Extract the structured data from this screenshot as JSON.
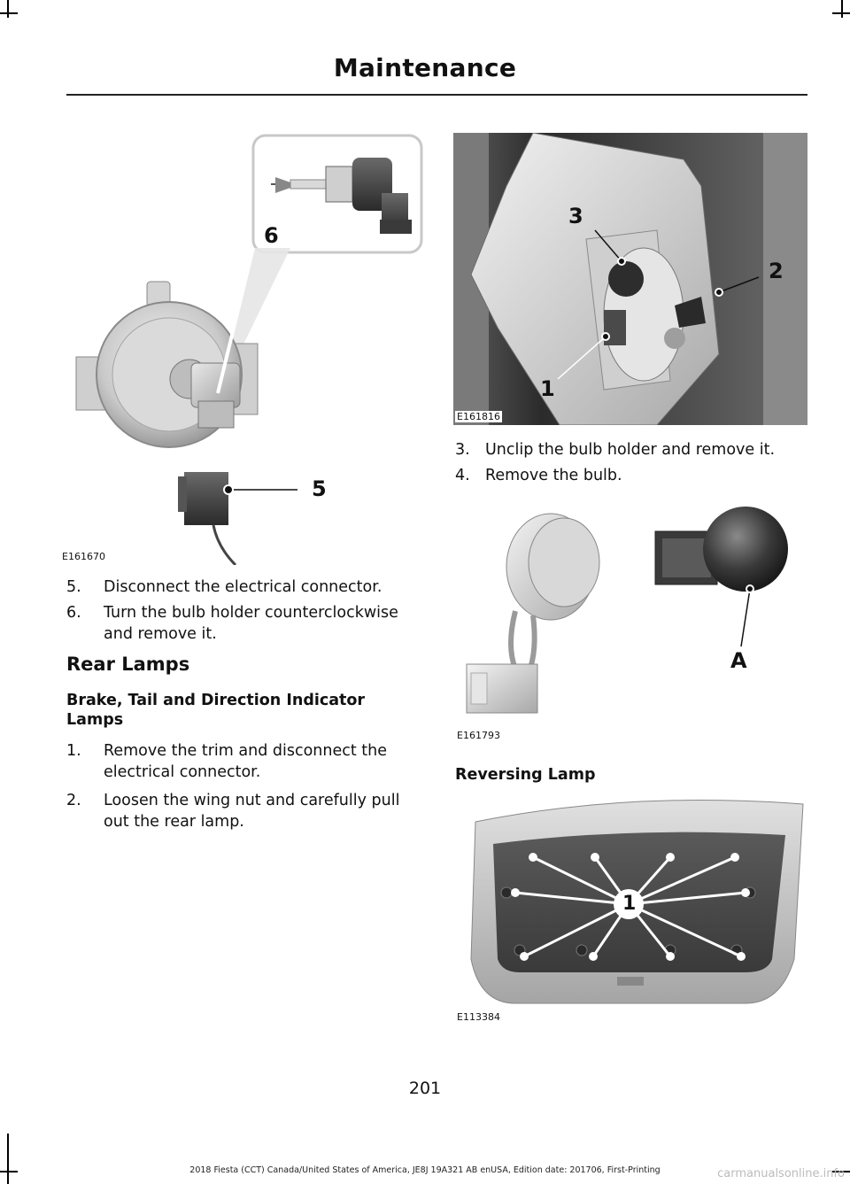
{
  "header": {
    "title": "Maintenance"
  },
  "figures": {
    "fog_lamp": {
      "code": "E161670",
      "callouts": [
        "6",
        "5"
      ]
    },
    "rear_lamp_holder": {
      "code": "E161816",
      "callouts": [
        "3",
        "2",
        "1"
      ]
    },
    "bulb": {
      "code": "E161793",
      "callouts": [
        "A"
      ]
    },
    "tailgate": {
      "code": "E113384",
      "callouts": [
        "1"
      ]
    }
  },
  "left_steps": [
    {
      "num": "5.",
      "lines": [
        "Disconnect the electrical connector."
      ]
    },
    {
      "num": "6.",
      "lines": [
        "Turn the bulb holder counterclockwise",
        "and remove it."
      ]
    }
  ],
  "rear_lamps": {
    "heading": "Rear Lamps",
    "subheading_lines": [
      "Brake, Tail and Direction Indicator",
      "Lamps"
    ],
    "steps": [
      {
        "num": "1.",
        "lines": [
          "Remove the trim and disconnect the",
          "electrical connector."
        ]
      },
      {
        "num": "2.",
        "lines": [
          "Loosen the wing nut and carefully pull",
          "out the rear lamp."
        ]
      }
    ]
  },
  "right_steps": [
    {
      "num": "3.",
      "lines": [
        "Unclip the bulb holder and remove it."
      ]
    },
    {
      "num": "4.",
      "lines": [
        "Remove the bulb."
      ]
    }
  ],
  "reversing_lamp": {
    "heading": "Reversing Lamp"
  },
  "page_number": "201",
  "footer": "2018 Fiesta (CCT) Canada/United States of America, JE8J 19A321 AB enUSA, Edition date: 201706, First-Printing",
  "watermark": "carmanualsonline.info"
}
